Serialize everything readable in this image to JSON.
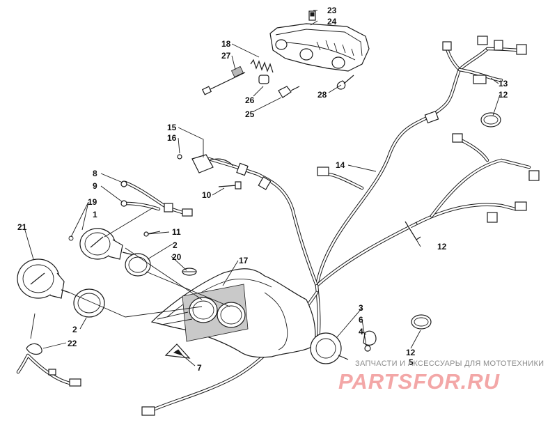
{
  "callouts": {
    "n1": "1",
    "n2a": "2",
    "n2b": "2",
    "n3": "3",
    "n4": "4",
    "n5": "5",
    "n6": "6",
    "n7": "7",
    "n8": "8",
    "n9": "9",
    "n10": "10",
    "n11": "11",
    "n12a": "12",
    "n12b": "12",
    "n12c": "12",
    "n13": "13",
    "n14": "14",
    "n15": "15",
    "n16": "16",
    "n17": "17",
    "n18": "18",
    "n19": "19",
    "n20": "20",
    "n21": "21",
    "n22": "22",
    "n23": "23",
    "n24": "24",
    "n25": "25",
    "n26": "26",
    "n27": "27",
    "n28": "28"
  },
  "watermark": {
    "caption": "ЗАПЧАСТИ И АКСЕССУАРЫ ДЛЯ МОТОТЕХНИКИ",
    "brand": "PARTSFOR.RU"
  },
  "colors": {
    "line": "#1a1a1a",
    "watermark_red": "#f3a7a7",
    "watermark_gray": "#8a8a8a"
  }
}
